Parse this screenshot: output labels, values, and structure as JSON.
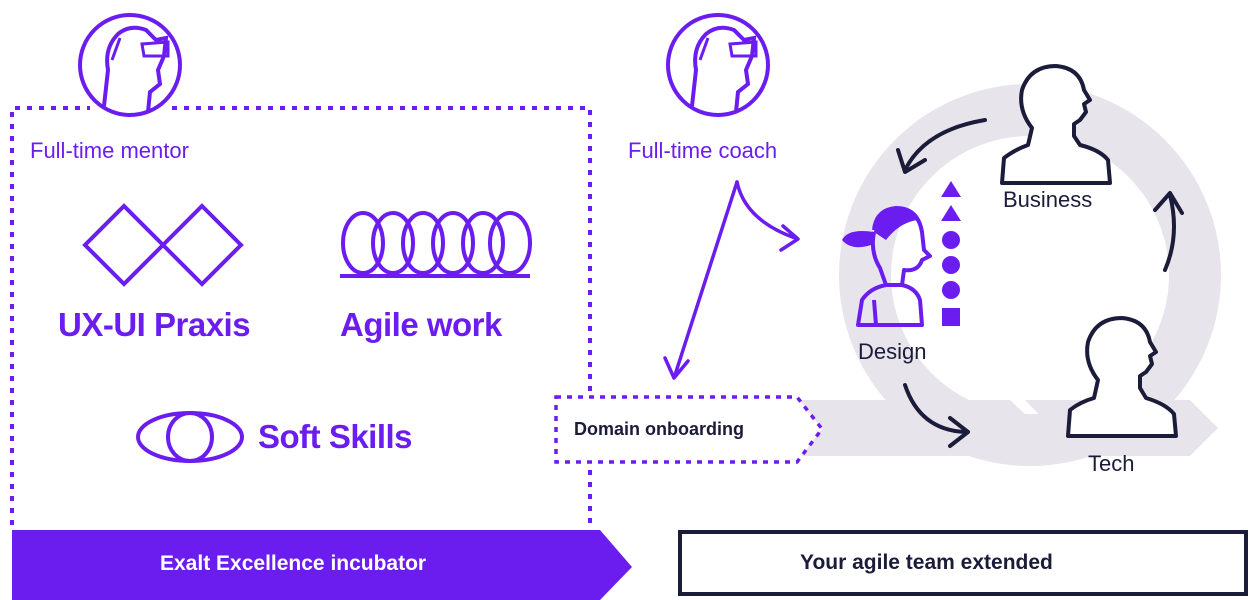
{
  "mentor": {
    "label": "Full-time mentor",
    "icon": "person-with-glasses-icon"
  },
  "coach": {
    "label": "Full-time coach",
    "icon": "person-with-glasses-icon"
  },
  "skills": {
    "ux_ui": {
      "label": "UX-UI Praxis",
      "icon": "double-diamond-icon"
    },
    "agile": {
      "label": "Agile work",
      "icon": "loops-icon"
    },
    "soft": {
      "label": "Soft Skills",
      "icon": "overlapping-circles-icon"
    }
  },
  "onboarding": {
    "label": "Domain onboarding"
  },
  "team": {
    "design": {
      "label": "Design",
      "icon": "designer-person-icon"
    },
    "business": {
      "label": "Business",
      "icon": "person-silhouette-icon"
    },
    "tech": {
      "label": "Tech",
      "icon": "person-silhouette-icon"
    }
  },
  "incubator": {
    "label": "Exalt Excellence incubator"
  },
  "extended": {
    "label": "Your agile team extended"
  },
  "colors": {
    "purple": "#6b1df0",
    "navy": "#1b1b3a",
    "cycle_grey": "#e8e4ec",
    "white": "#ffffff"
  }
}
